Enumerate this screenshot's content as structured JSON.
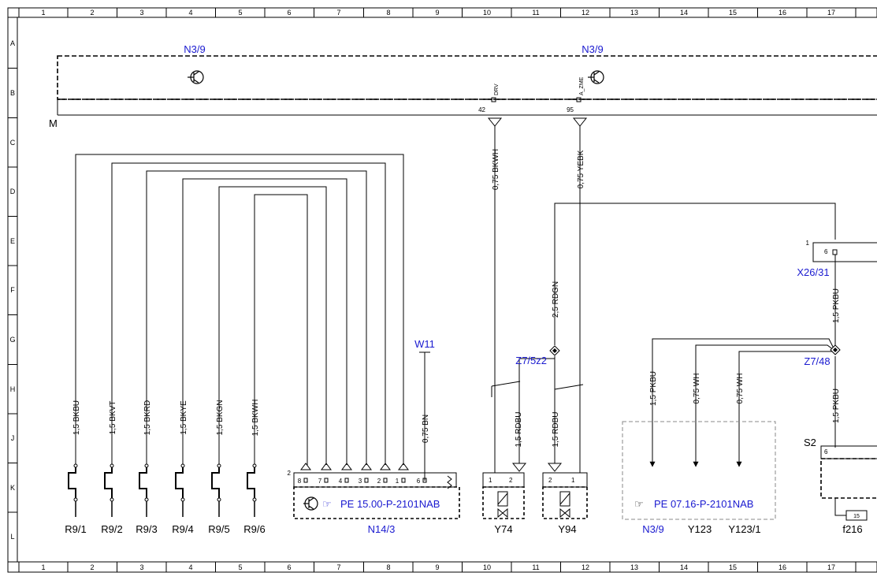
{
  "grid": {
    "columns": [
      "1",
      "2",
      "3",
      "4",
      "5",
      "6",
      "7",
      "8",
      "9",
      "10",
      "11",
      "12",
      "13",
      "14",
      "15",
      "16",
      "17"
    ],
    "rows": [
      "A",
      "B",
      "C",
      "D",
      "E",
      "F",
      "G",
      "H",
      "J",
      "K",
      "L"
    ]
  },
  "control_unit": {
    "label_left": "N3/9",
    "label_right": "N3/9",
    "ground": "M",
    "pins": [
      {
        "num": "42",
        "name": "DRV",
        "wire": "0,75 BKWH"
      },
      {
        "num": "95",
        "name": "A_ZME",
        "wire": "0,75 YEBK"
      }
    ]
  },
  "resistors": [
    {
      "label": "R9/1",
      "wire": "1,5 BKBU"
    },
    {
      "label": "R9/2",
      "wire": "1,5 BKVT"
    },
    {
      "label": "R9/3",
      "wire": "1,5 BKRD"
    },
    {
      "label": "R9/4",
      "wire": "1,5 BKYE"
    },
    {
      "label": "R9/5",
      "wire": "1,5 BKGN"
    },
    {
      "label": "R9/6",
      "wire": "1,5 BKWH"
    }
  ],
  "module_n14": {
    "label": "N14/3",
    "connector": "2",
    "pins": [
      "8",
      "7",
      "4",
      "3",
      "2",
      "1",
      "6"
    ],
    "ref": "PE 15.00-P-2101NAB"
  },
  "ground_w11": {
    "label": "W11",
    "wire": "0,75 BN"
  },
  "splice_z7_5z2": {
    "label": "Z7/5z2",
    "wire": "2,5 RDGN"
  },
  "valve_y74": {
    "label": "Y74",
    "pins": [
      "1",
      "2"
    ],
    "wire": "1,5 RDBU"
  },
  "valve_y94": {
    "label": "Y94",
    "pins": [
      "2",
      "1"
    ],
    "wire": "1,5 RDBU"
  },
  "splice_z7_48": {
    "label": "Z7/48",
    "wire_in": "1,5 PKBU",
    "wire_out": "1,5 PKBU"
  },
  "connector_x26": {
    "label": "X26/31",
    "num": "1",
    "pin": "6"
  },
  "ref_group": {
    "ref": "PE 07.16-P-2101NAB",
    "items": [
      {
        "label": "N3/9",
        "wire": "1,5 PKBU"
      },
      {
        "label": "Y123",
        "wire": "0,75 WH"
      },
      {
        "label": "Y123/1",
        "wire": "0,75 WH"
      }
    ]
  },
  "switch_s2": {
    "label": "S2",
    "pin": "6",
    "fuse_num": "15",
    "fuse": "f216"
  }
}
